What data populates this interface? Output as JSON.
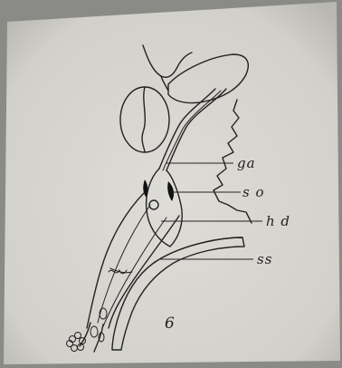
{
  "labels": {
    "ga": "ga",
    "so": "s o",
    "hd": "h d",
    "ss": "ss"
  },
  "figure_number": "6",
  "colors": {
    "paper": "#d9d8d3",
    "ink": "#222222",
    "scan_border": "#8a8a86"
  }
}
